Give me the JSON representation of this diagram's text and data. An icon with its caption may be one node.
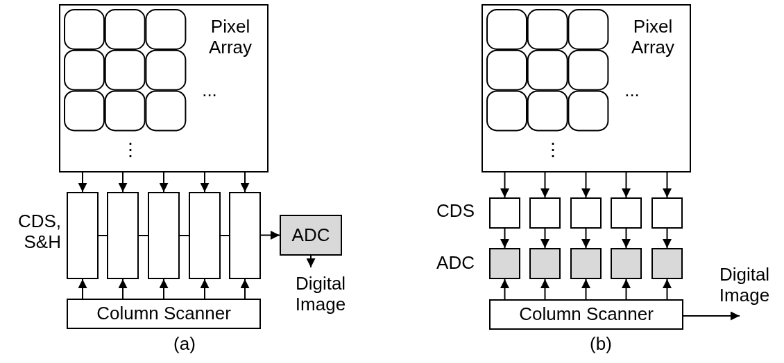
{
  "diagram": {
    "nodes": [
      {
        "text": [
          "Pixel Array",
          "...",
          "⋮"
        ]
      },
      {
        "text": [],
        "shape": "box"
      },
      {
        "text": [],
        "shape": "box"
      },
      {
        "text": [],
        "shape": "box"
      },
      {
        "text": [],
        "shape": "box"
      },
      {
        "text": [],
        "shape": "box"
      },
      {
        "text": [
          "Column Scanner"
        ]
      },
      {
        "text": [
          "ADC"
        ]
      },
      {
        "text": [
          "Digital Image"
        ]
      },
      {
        "text": [
          "Pixel Array",
          "...",
          "⋮"
        ]
      },
      {
        "text": [],
        "shape": "box"
      },
      {
        "text": [],
        "shape": "box"
      },
      {
        "text": [],
        "shape": "box"
      },
      {
        "text": [],
        "shape": "box"
      },
      {
        "text": [],
        "shape": "box"
      },
      {
        "text": [],
        "shape": "box"
      },
      {
        "text": [],
        "shape": "box"
      },
      {
        "text": [],
        "shape": "box"
      },
      {
        "text": [],
        "shape": "box"
      },
      {
        "text": [],
        "shape": "box"
      },
      {
        "text": [
          "Column Scanner"
        ]
      },
      {
        "text": [
          "Digital Image"
        ]
      }
    ],
    "edges": [
      {
        "from": 0,
        "to": 1,
        "arrow": "to"
      },
      {
        "from": 0,
        "to": 2,
        "arrow": "to"
      },
      {
        "from": 0,
        "to": 3,
        "arrow": "to"
      },
      {
        "from": 0,
        "to": 4,
        "arrow": "to"
      },
      {
        "from": 0,
        "to": 5,
        "arrow": "to"
      },
      {
        "from": 6,
        "to": 1,
        "arrow": "to"
      },
      {
        "from": 6,
        "to": 2,
        "arrow": "to"
      },
      {
        "from": 6,
        "to": 3,
        "arrow": "to"
      },
      {
        "from": 6,
        "to": 4,
        "arrow": "to"
      },
      {
        "from": 6,
        "to": 5,
        "arrow": "to"
      },
      {
        "from": 1,
        "to": 2,
        "arrow": "none"
      },
      {
        "from": 2,
        "to": 3,
        "arrow": "none"
      },
      {
        "from": 3,
        "to": 4,
        "arrow": "none"
      },
      {
        "from": 4,
        "to": 5,
        "arrow": "none"
      },
      {
        "from": 5,
        "to": 7,
        "arrow": "to"
      },
      {
        "from": 7,
        "to": 8,
        "arrow": "to"
      },
      {
        "from": 9,
        "to": 10,
        "arrow": "to"
      },
      {
        "from": 9,
        "to": 11,
        "arrow": "to"
      },
      {
        "from": 9,
        "to": 12,
        "arrow": "to"
      },
      {
        "from": 9,
        "to": 13,
        "arrow": "to"
      },
      {
        "from": 9,
        "to": 14,
        "arrow": "to"
      },
      {
        "from": 10,
        "to": 15,
        "arrow": "to"
      },
      {
        "from": 11,
        "to": 16,
        "arrow": "to"
      },
      {
        "from": 12,
        "to": 17,
        "arrow": "to"
      },
      {
        "from": 13,
        "to": 18,
        "arrow": "to"
      },
      {
        "from": 14,
        "to": 19,
        "arrow": "to"
      },
      {
        "from": 20,
        "to": 15,
        "arrow": "to"
      },
      {
        "from": 20,
        "to": 16,
        "arrow": "to"
      },
      {
        "from": 20,
        "to": 17,
        "arrow": "to"
      },
      {
        "from": 20,
        "to": 18,
        "arrow": "to"
      },
      {
        "from": 20,
        "to": 19,
        "arrow": "to"
      },
      {
        "from": 20,
        "to": 21,
        "arrow": "to"
      }
    ],
    "labels": [
      "CDS, S&H",
      "(a)",
      "CDS",
      "ADC",
      "(b)"
    ]
  }
}
